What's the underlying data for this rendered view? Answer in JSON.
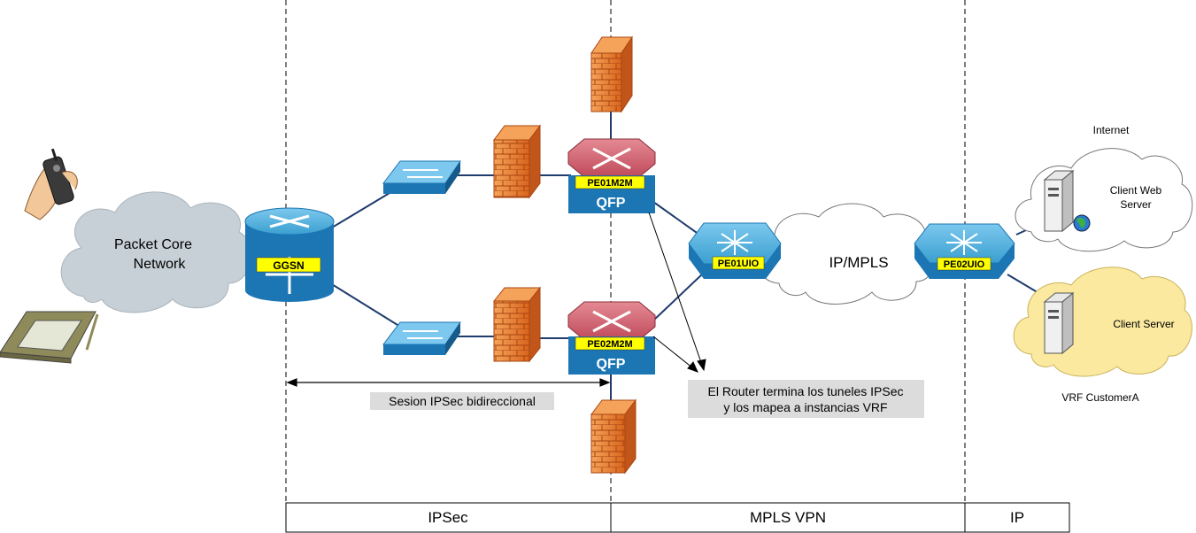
{
  "devices": {
    "ggsn": "GGSN",
    "pe01m2m": "PE01M2M",
    "pe02m2m": "PE02M2M",
    "qfp_top": "QFP",
    "qfp_bottom": "QFP",
    "pe01uio": "PE01UIO",
    "pe02uio": "PE02UIO"
  },
  "clouds": {
    "packet_core_line1": "Packet Core",
    "packet_core_line2": "Network",
    "ipmpls": "IP/MPLS",
    "client_web_line1": "Client Web",
    "client_web_line2": "Server",
    "client_server": "Client Server"
  },
  "labels": {
    "internet": "Internet",
    "vrf": "VRF CustomerA",
    "ipsec_session": "Sesion IPSec bidireccional",
    "router_note_line1": "El Router termina los tuneles IPSec",
    "router_note_line2": "y los mapea a instancias VRF"
  },
  "footer": {
    "ipsec": "IPSec",
    "mpls_vpn": "MPLS VPN",
    "ip": "IP"
  },
  "colors": {
    "router_blue": "#3a9fd0",
    "router_red": "#c04a5a",
    "firewall_orange": "#e87a2c",
    "cloud_gray": "#c7d0d6",
    "cloud_yellow": "#fbe9a0",
    "label_yellow": "#ffff00",
    "note_gray": "#dcdcdc"
  }
}
